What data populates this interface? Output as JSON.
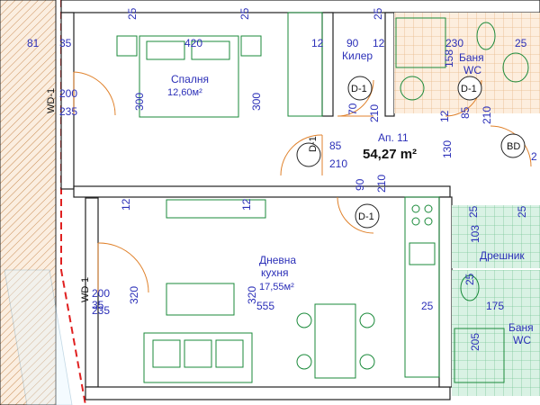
{
  "apartment": {
    "label": "Ап. 11",
    "area": "54,27 m²"
  },
  "rooms": {
    "bedroom": {
      "name": "Спалня",
      "area": "12,60м²"
    },
    "living": {
      "name1": "Дневна",
      "name2": "кухня",
      "area": "17,55м²"
    },
    "closet": {
      "name": "Килер"
    },
    "bath": {
      "name1": "Баня",
      "name2": "WC"
    },
    "hall": {
      "name": "Дрешник"
    },
    "bath2": {
      "name1": "Баня",
      "name2": "WC"
    }
  },
  "doors": {
    "d1": "D-1",
    "bd": "BD"
  },
  "windows": {
    "wd1": "WD-1"
  },
  "dimensions": {
    "d81": "81",
    "d35a": "35",
    "d25a": "25",
    "d420": "420",
    "d25b": "25",
    "d12a": "12",
    "d90a": "90",
    "d12b": "12",
    "d25c": "25",
    "d230": "230",
    "d25d": "25",
    "d200a": "200",
    "d235a": "235",
    "d300a": "300",
    "d300b": "300",
    "d158": "158",
    "d70": "70",
    "d210a": "210",
    "d85a": "85",
    "d210b": "210",
    "d12c": "12",
    "d85b": "85",
    "d210c": "210",
    "d130": "130",
    "d2": "2",
    "d90b": "90",
    "d210d": "210",
    "d12d": "12",
    "d12e": "12",
    "d25e": "25",
    "d103": "103",
    "d25f": "25",
    "d200b": "200",
    "d35b": "35",
    "d235b": "235",
    "d320a": "320",
    "d320b": "320",
    "d555": "555",
    "d25g": "25",
    "d175": "175",
    "d205": "205",
    "d25h": "25"
  }
}
